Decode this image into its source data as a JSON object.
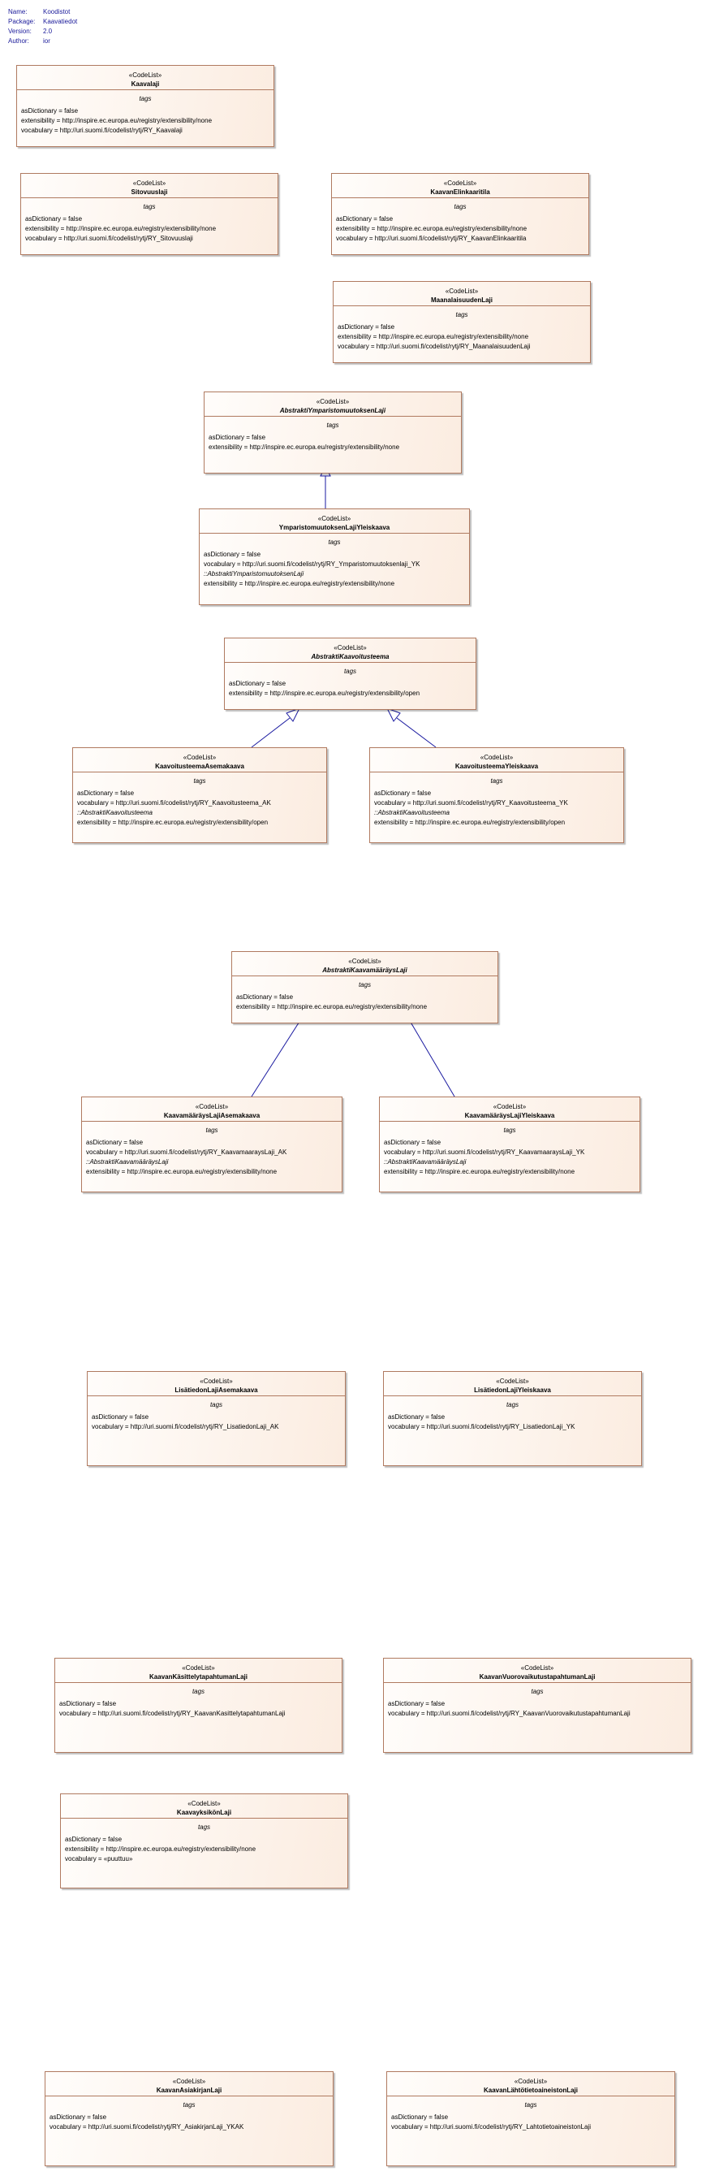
{
  "meta": [
    {
      "key": "Name:",
      "value": "Koodistot"
    },
    {
      "key": "Package:",
      "value": "Kaavatiedot"
    },
    {
      "key": "Version:",
      "value": "2.0"
    },
    {
      "key": "Author:",
      "value": "ior"
    }
  ],
  "boxes": [
    {
      "id": "kaavalaji",
      "stereotype": "«CodeList»",
      "name": "Kaavalaji",
      "abstract": false,
      "section": "tags",
      "rows": [
        "asDictionary = false",
        "extensibility = http://inspire.ec.europa.eu/registry/extensibility/none",
        "vocabulary = http://uri.suomi.fi/codelist/rytj/RY_Kaavalaji"
      ]
    },
    {
      "id": "sitovuuslaji",
      "stereotype": "«CodeList»",
      "name": "Sitovuuslaji",
      "abstract": false,
      "section": "tags",
      "rows": [
        "asDictionary = false",
        "extensibility = http://inspire.ec.europa.eu/registry/extensibility/none",
        "vocabulary = http://uri.suomi.fi/codelist/rytj/RY_Sitovuuslaji"
      ]
    },
    {
      "id": "kaavanelinkaaritila",
      "stereotype": "«CodeList»",
      "name": "KaavanElinkaaritila",
      "abstract": false,
      "section": "tags",
      "rows": [
        "asDictionary = false",
        "extensibility = http://inspire.ec.europa.eu/registry/extensibility/none",
        "vocabulary = http://uri.suomi.fi/codelist/rytj/RY_KaavanElinkaaritila"
      ]
    },
    {
      "id": "maanalaisuudenlaji",
      "stereotype": "«CodeList»",
      "name": "MaanalaisuudenLaji",
      "abstract": false,
      "section": "tags",
      "rows": [
        "asDictionary = false",
        "extensibility = http://inspire.ec.europa.eu/registry/extensibility/none",
        "vocabulary = http://uri.suomi.fi/codelist/rytj/RY_MaanalaisuudenLaji"
      ]
    },
    {
      "id": "abstraktiymparisto",
      "stereotype": "«CodeList»",
      "name": "AbstraktiYmparistomuutoksenLaji",
      "abstract": true,
      "section": "tags",
      "rows": [
        "asDictionary = false",
        "extensibility = http://inspire.ec.europa.eu/registry/extensibility/none"
      ]
    },
    {
      "id": "ymparistoyleiskaava",
      "stereotype": "«CodeList»",
      "name": "YmparistomuutoksenLajiYleiskaava",
      "abstract": false,
      "section": "tags",
      "rows": [
        "asDictionary = false",
        "vocabulary = http://uri.suomi.fi/codelist/rytj/RY_Ymparistomuutoksenlaji_YK",
        "::AbstraktiYmparistomuutoksenLaji",
        "extensibility = http://inspire.ec.europa.eu/registry/extensibility/none"
      ]
    },
    {
      "id": "abstraktikaavoitusteema",
      "stereotype": "«CodeList»",
      "name": "AbstraktiKaavoitusteema",
      "abstract": true,
      "section": "tags",
      "rows": [
        "asDictionary = false",
        "extensibility = http://inspire.ec.europa.eu/registry/extensibility/open"
      ]
    },
    {
      "id": "kaavoitusteemaasema",
      "stereotype": "«CodeList»",
      "name": "KaavoitusteemaAsemakaava",
      "abstract": false,
      "section": "tags",
      "rows": [
        "asDictionary = false",
        "vocabulary = http://uri.suomi.fi/codelist/rytj/RY_Kaavoitusteema_AK",
        "::AbstraktiKaavoitusteema",
        "extensibility = http://inspire.ec.europa.eu/registry/extensibility/open"
      ]
    },
    {
      "id": "kaavoitusteemayleis",
      "stereotype": "«CodeList»",
      "name": "KaavoitusteemaYleiskaava",
      "abstract": false,
      "section": "tags",
      "rows": [
        "asDictionary = false",
        "vocabulary = http://uri.suomi.fi/codelist/rytj/RY_Kaavoitusteema_YK",
        "::AbstraktiKaavoitusteema",
        "extensibility = http://inspire.ec.europa.eu/registry/extensibility/open"
      ]
    },
    {
      "id": "abstraktimaarays",
      "stereotype": "«CodeList»",
      "name": "AbstraktiKaavamääräysLaji",
      "abstract": true,
      "section": "tags",
      "rows": [
        "asDictionary = false",
        "extensibility = http://inspire.ec.europa.eu/registry/extensibility/none"
      ]
    },
    {
      "id": "maaraysasema",
      "stereotype": "«CodeList»",
      "name": "KaavamääräysLajiAsemakaava",
      "abstract": false,
      "section": "tags",
      "rows": [
        "asDictionary = false",
        "vocabulary = http://uri.suomi.fi/codelist/rytj/RY_KaavamaaraysLaji_AK",
        "::AbstraktiKaavamääräysLaji",
        "extensibility = http://inspire.ec.europa.eu/registry/extensibility/none"
      ]
    },
    {
      "id": "maaraysyleis",
      "stereotype": "«CodeList»",
      "name": "KaavamääräysLajiYleiskaava",
      "abstract": false,
      "section": "tags",
      "rows": [
        "asDictionary = false",
        "vocabulary = http://uri.suomi.fi/codelist/rytj/RY_KaavamaaraysLaji_YK",
        "::AbstraktiKaavamääräysLaji",
        "extensibility = http://inspire.ec.europa.eu/registry/extensibility/none"
      ]
    },
    {
      "id": "lisatietoasema",
      "stereotype": "«CodeList»",
      "name": "LisätiedonLajiAsemakaava",
      "abstract": false,
      "section": "tags",
      "rows": [
        "asDictionary = false",
        "vocabulary = http://uri.suomi.fi/codelist/rytj/RY_LisatiedonLaji_AK"
      ]
    },
    {
      "id": "lisatietoyleis",
      "stereotype": "«CodeList»",
      "name": "LisätiedonLajiYleiskaava",
      "abstract": false,
      "section": "tags",
      "rows": [
        "asDictionary = false",
        "vocabulary = http://uri.suomi.fi/codelist/rytj/RY_LisatiedonLaji_YK"
      ]
    },
    {
      "id": "kasittelytapahtuma",
      "stereotype": "«CodeList»",
      "name": "KaavanKäsittelytapahtumanLaji",
      "abstract": false,
      "section": "tags",
      "rows": [
        "asDictionary = false",
        "vocabulary = http://uri.suomi.fi/codelist/rytj/RY_KaavanKasittelytapahtumanLaji"
      ]
    },
    {
      "id": "vuorovaikutus",
      "stereotype": "«CodeList»",
      "name": "KaavanVuorovaikutustapahtumanLaji",
      "abstract": false,
      "section": "tags",
      "rows": [
        "asDictionary = false",
        "vocabulary = http://uri.suomi.fi/codelist/rytj/RY_KaavanVuorovaikutustapahtumanLaji"
      ]
    },
    {
      "id": "kaavayksikko",
      "stereotype": "«CodeList»",
      "name": "KaavayksikönLaji",
      "abstract": false,
      "section": "tags",
      "rows": [
        "asDictionary = false",
        "extensibility = http://inspire.ec.europa.eu/registry/extensibility/none",
        "vocabulary = «puuttuu»"
      ]
    },
    {
      "id": "asiakirja",
      "stereotype": "«CodeList»",
      "name": "KaavanAsiakirjanLaji",
      "abstract": false,
      "section": "tags",
      "rows": [
        "asDictionary = false",
        "vocabulary = http://uri.suomi.fi/codelist/rytj/RY_AsiakirjanLaji_YKAK"
      ]
    },
    {
      "id": "lahtotieto",
      "stereotype": "«CodeList»",
      "name": "KaavanLähtötietoaineistonLaji",
      "abstract": false,
      "section": "tags",
      "rows": [
        "asDictionary = false",
        "vocabulary = http://uri.suomi.fi/codelist/rytj/RY_LahtotietoaineistonLaji"
      ]
    }
  ]
}
